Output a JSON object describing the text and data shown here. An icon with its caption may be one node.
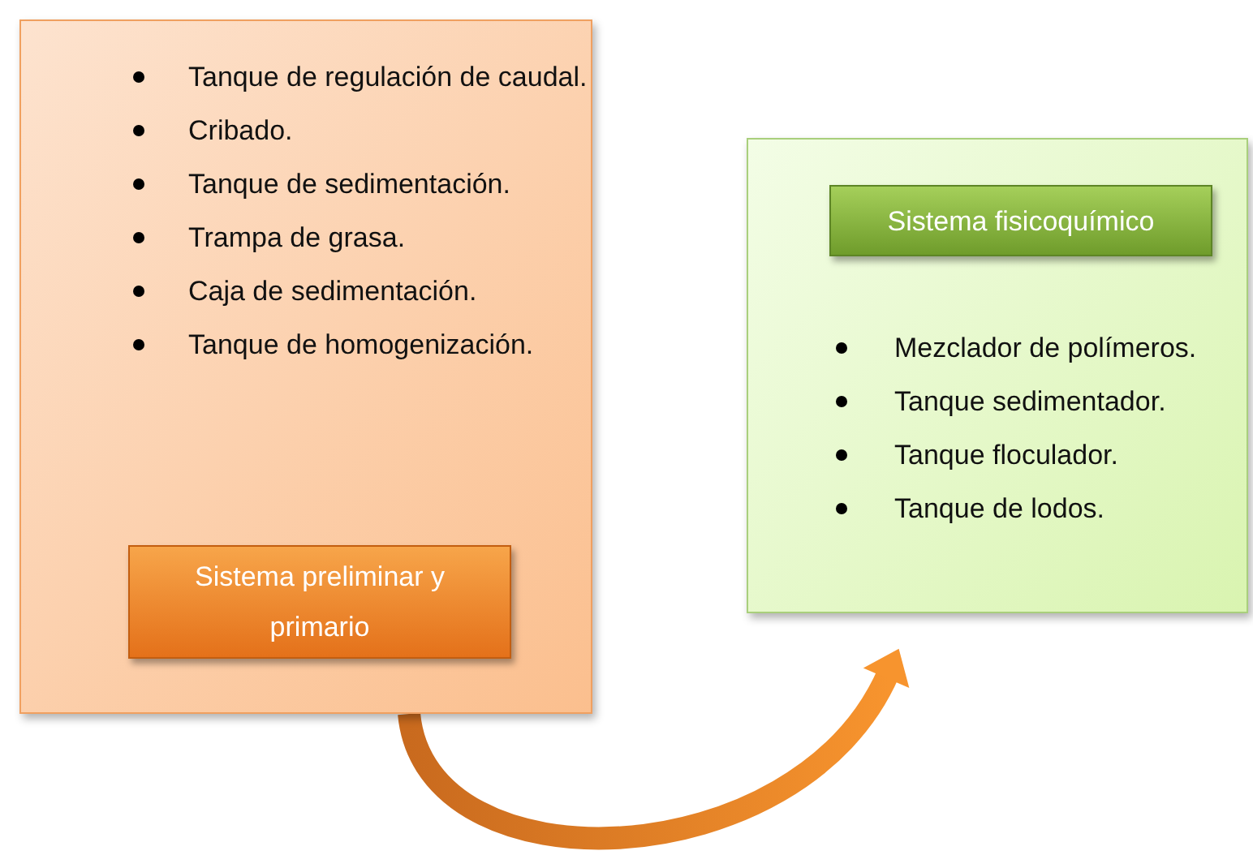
{
  "diagram": {
    "nodes": [
      {
        "text": [
          "Tanque de regulación de caudal.",
          "Cribado.",
          "Tanque de sedimentación.",
          "Trampa de grasa.",
          "Caja de sedimentación.",
          "Tanque de homogenización."
        ]
      },
      {
        "text": [
          "Sistema preliminar y primario"
        ],
        "in": 0
      },
      {
        "text": [
          "Mezclador de polímeros.",
          "Tanque sedimentador.",
          "Tanque floculador.",
          "Tanque de lodos."
        ]
      },
      {
        "text": [
          "Sistema fisicoquímico"
        ],
        "in": 2
      }
    ],
    "edges": [
      {
        "from": 0,
        "to": 2,
        "arrow": "to",
        "style": "thick"
      }
    ]
  }
}
